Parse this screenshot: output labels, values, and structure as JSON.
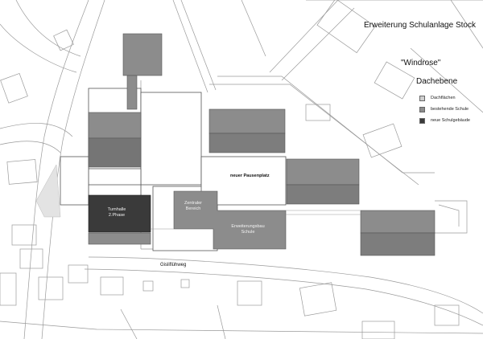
{
  "title": {
    "line1": "Erweiterung Schulanlage Stock",
    "line2": "\"Windrose\"",
    "line3": "Dachebene"
  },
  "legend": [
    {
      "label": "Dachflächen",
      "color": "#cfcfcf"
    },
    {
      "label": "bestehende Schule",
      "color": "#8c8c8c"
    },
    {
      "label": "neue Schulgebäude",
      "color": "#3a3a3a"
    }
  ],
  "labels": {
    "pausenplatz": "neuer Pausenplatz",
    "turnhalle_l1": "Turnhalle",
    "turnhalle_l2": "2.Phase",
    "zentral_l1": "Zentraler",
    "zentral_l2": "Bereich",
    "erweiterung_l1": "Erweiterungsbau",
    "erweiterung_l2": "Schule",
    "street": "Gisliflühweg"
  },
  "colors": {
    "roof": "#cfcfcf",
    "existing": "#8c8c8c",
    "new": "#3a3a3a",
    "lines": "#9a9a9a"
  }
}
